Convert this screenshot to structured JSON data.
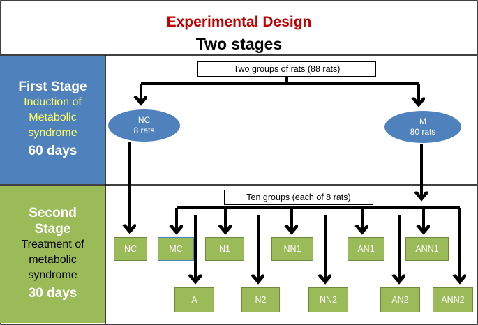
{
  "title": "Experimental Design",
  "subtitle": "Two stages",
  "first_stage": {
    "heading": "First Stage",
    "lines": [
      "Induction of",
      "Metabolic",
      "syndrome"
    ],
    "duration": "60 days"
  },
  "second_stage": {
    "heading_lines": [
      "Second",
      "Stage"
    ],
    "lines": [
      "Treatment of",
      "metabolic",
      "syndrome"
    ],
    "duration": "30 days"
  },
  "top_box": "Two groups of rats (88 rats)",
  "nc_group": {
    "name": "NC",
    "count": "8 rats"
  },
  "m_group": {
    "name": "M",
    "count": "80 rats"
  },
  "ten_box": "Ten groups  (each of 8 rats)",
  "final_groups": [
    "NC",
    "MC",
    "N1",
    "NN1",
    "AN1",
    "ANN1",
    "A",
    "N2",
    "NN2",
    "AN2",
    "ANN2"
  ],
  "colors": {
    "title": "#c00000",
    "first_panel": "#4f81bd",
    "second_panel": "#9bbb59",
    "highlight_text": "#ffff66"
  }
}
